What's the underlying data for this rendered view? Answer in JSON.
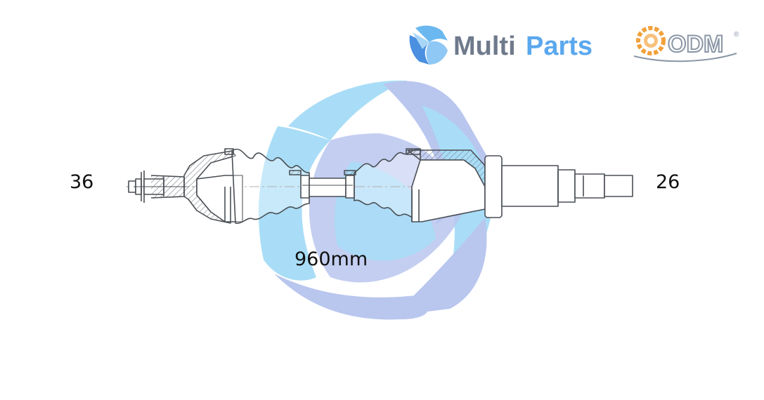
{
  "brand": {
    "name_part1": "Multi",
    "name_part2": "Parts",
    "secondary_logo": "ODM",
    "registered_mark": "®",
    "primary_color": "#6f7a8c",
    "accent_color": "#5aa8ee",
    "odm_orange": "#f2a03a",
    "odm_gray": "#8a96a6"
  },
  "watermark": {
    "light_blue": "#a9ddf7",
    "mid_blue": "#b9c6ee"
  },
  "part": {
    "left_spline_count": "36",
    "right_spline_count": "26",
    "length": "960mm"
  },
  "drawing": {
    "line_color": "#4a4f55"
  }
}
